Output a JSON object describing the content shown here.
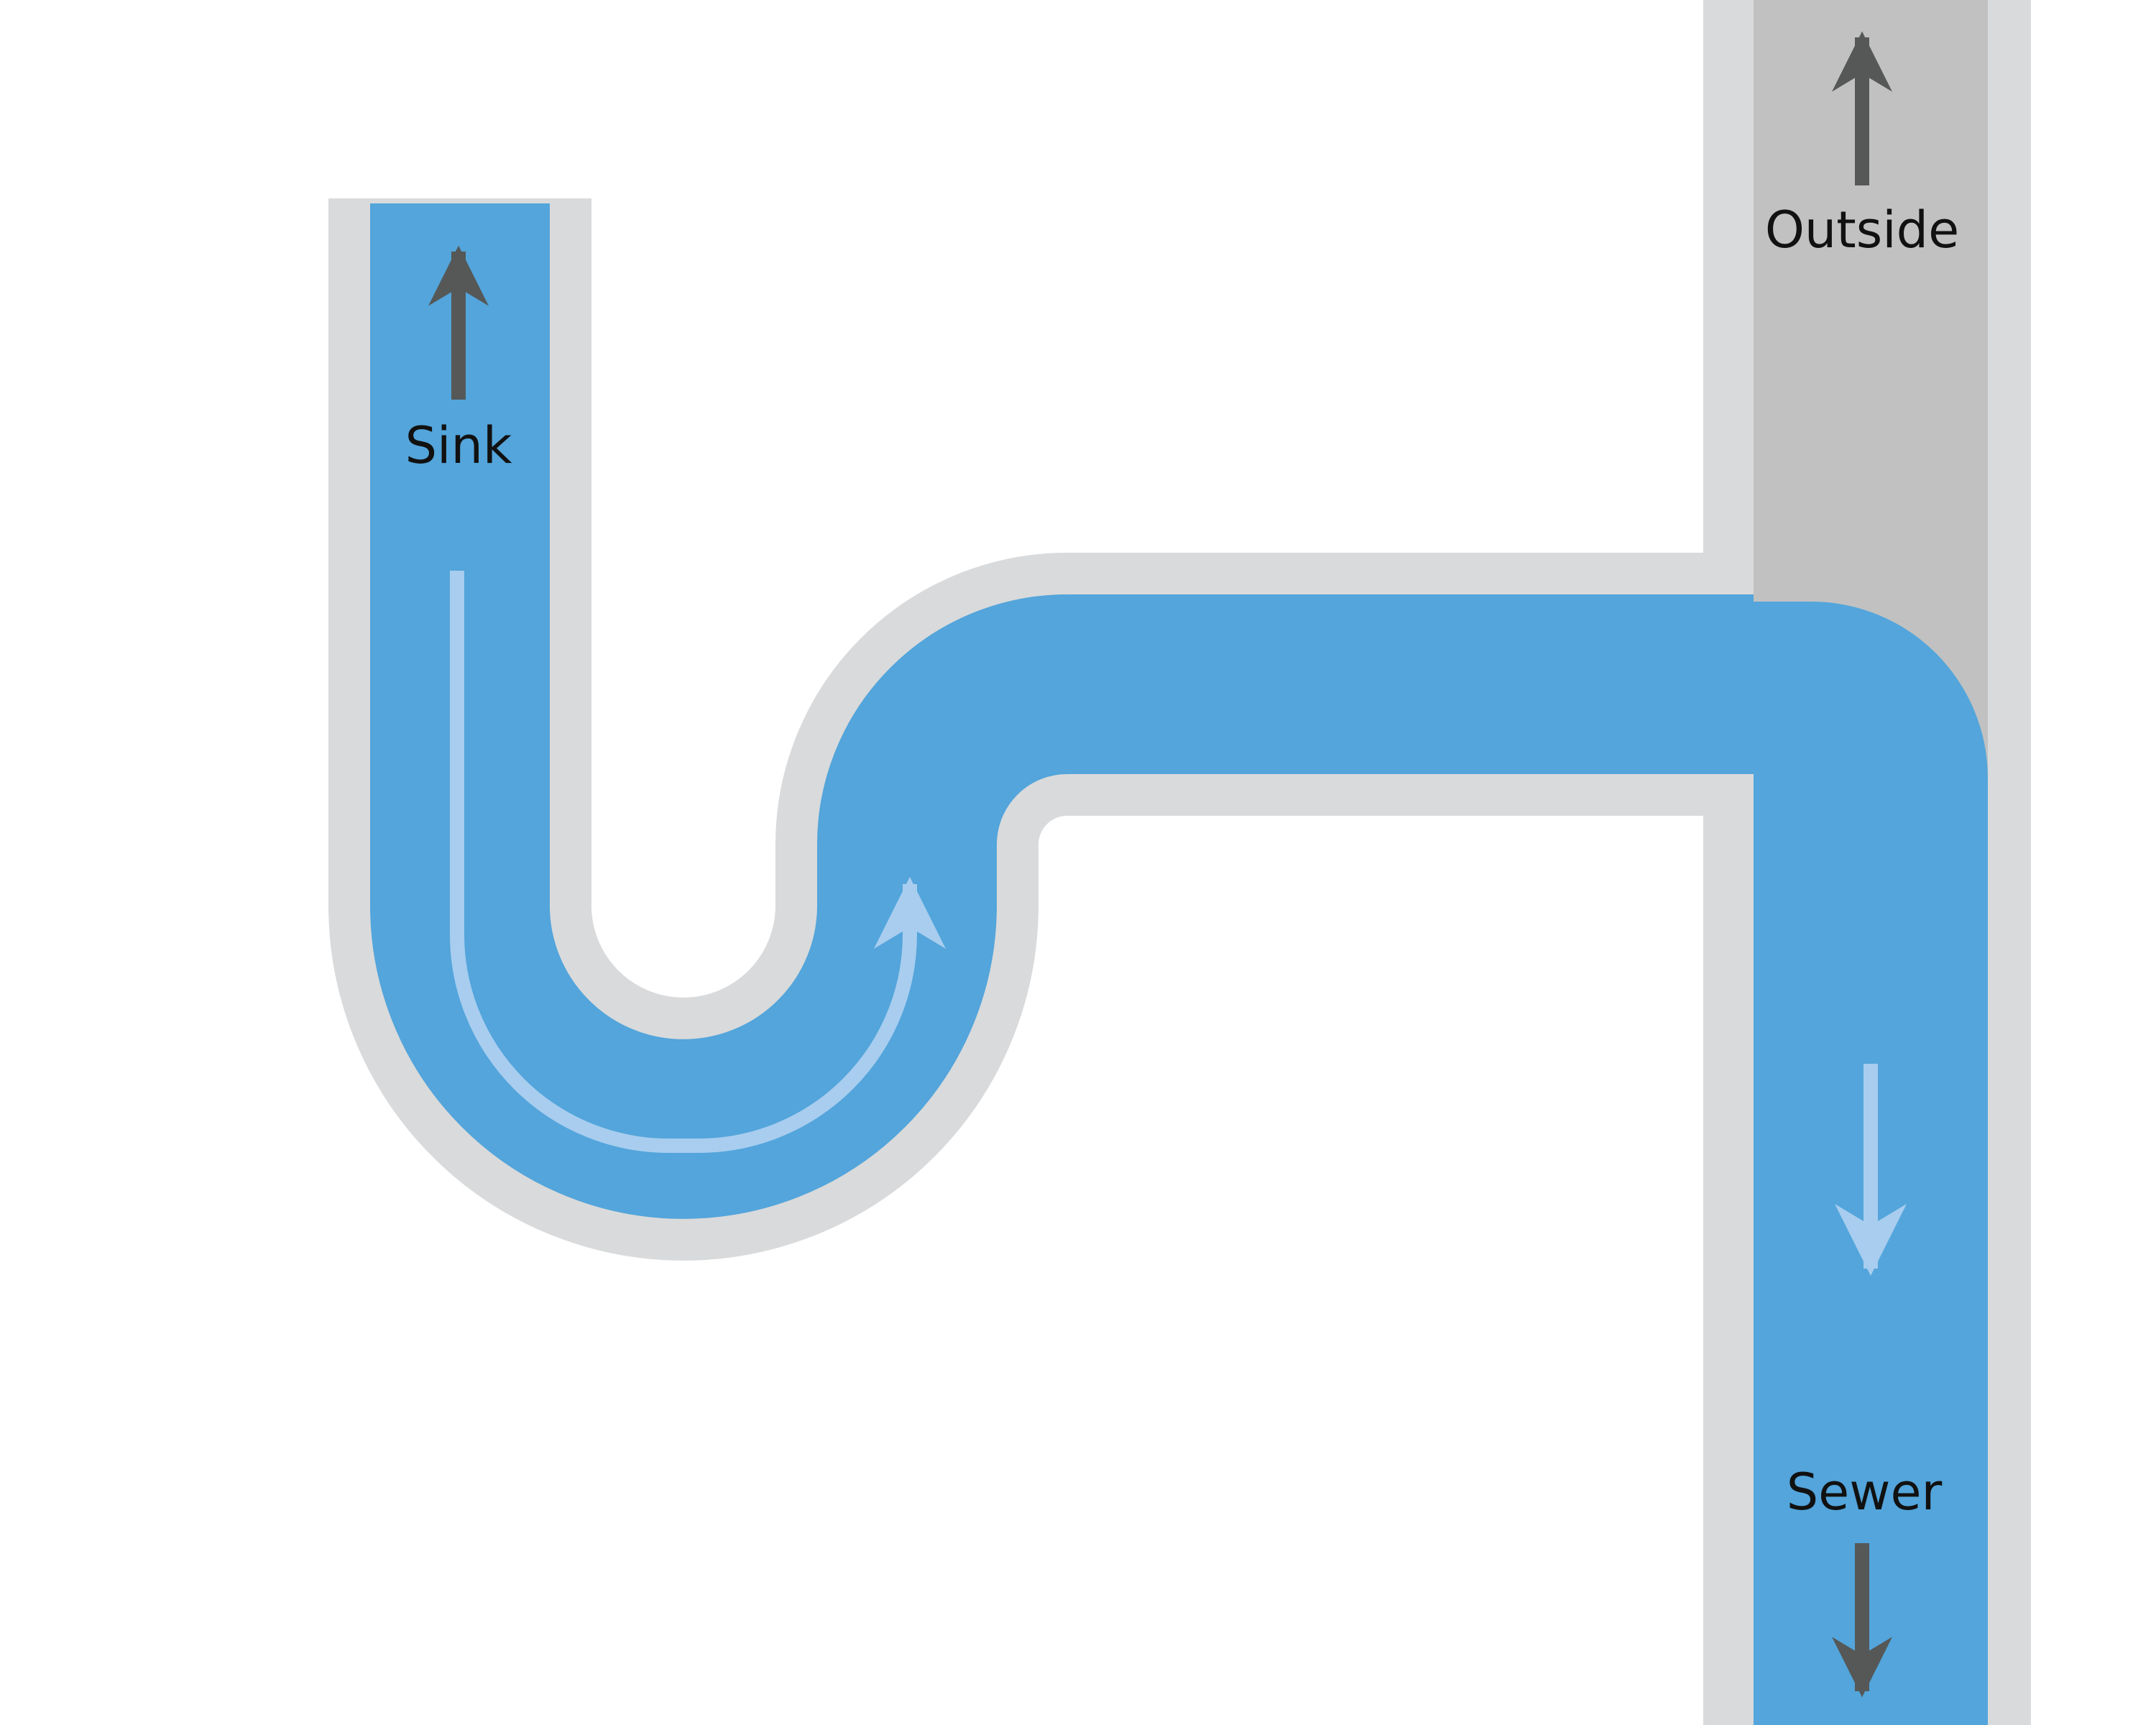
{
  "labels": {
    "sink": "Sink",
    "outside": "Outside",
    "sewer": "Sewer"
  },
  "colors": {
    "background": "#ffffff",
    "pipe_wall": "#d9dadb",
    "vent_air": "#c1c1c1",
    "water": "#53a5db",
    "flow_arrow": "#a8cdef",
    "direction_arrow": "#555857",
    "text": "#111111"
  }
}
